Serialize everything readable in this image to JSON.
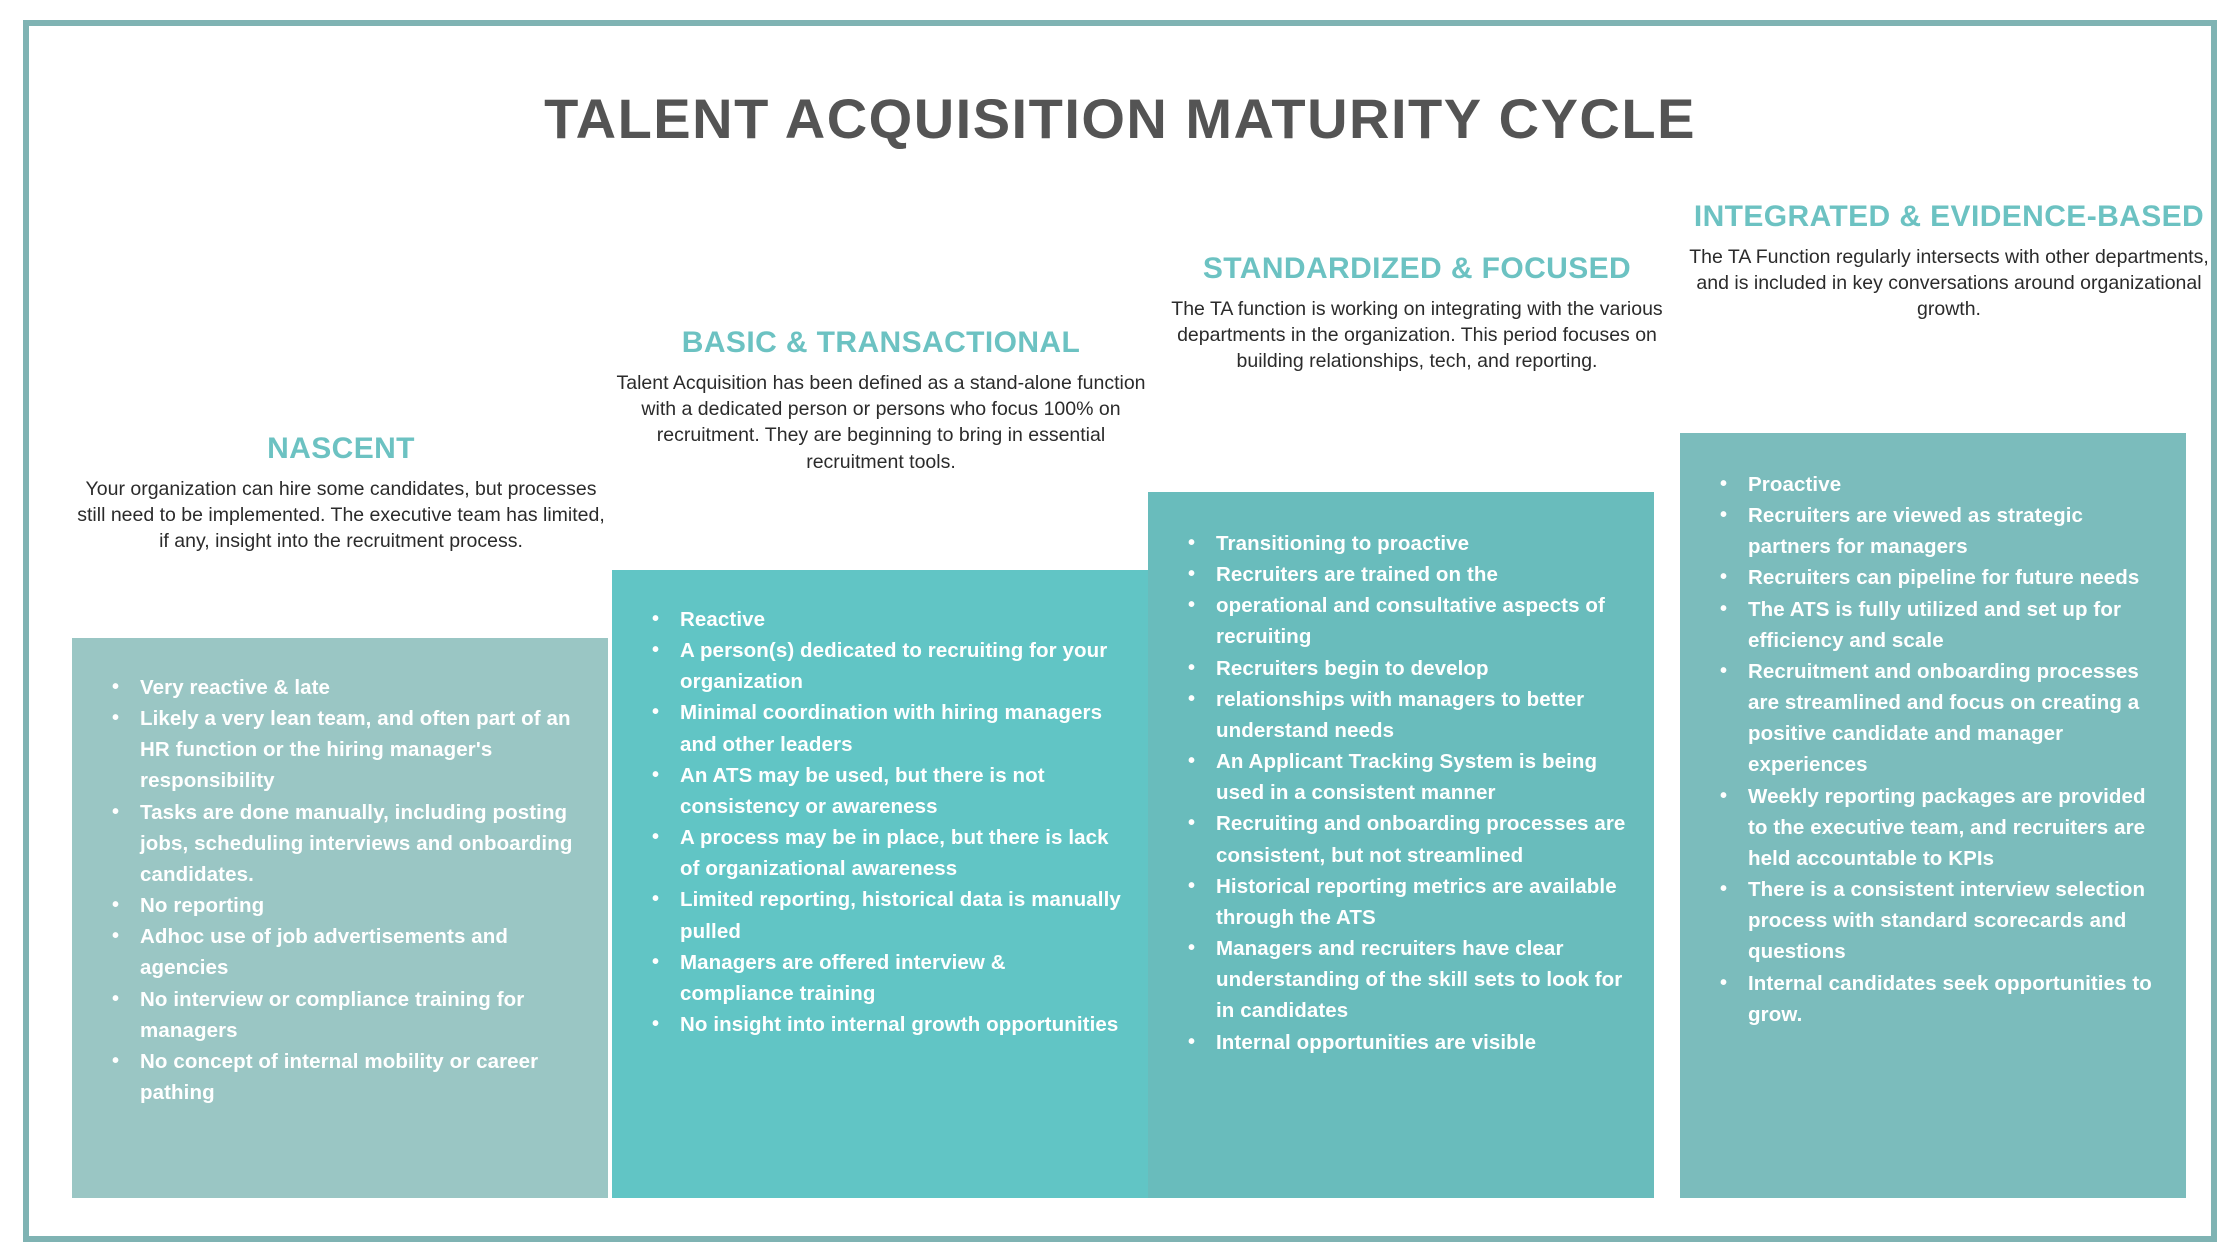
{
  "title": "TALENT ACQUISITION MATURITY CYCLE",
  "colors": {
    "frame_border": "#7fb3b3",
    "title_text": "#545454",
    "heading_teal": "#6cc2c2",
    "body_text": "#2b2b2b",
    "panel_1": "#9ac6c4",
    "panel_2": "#61c5c5",
    "panel_3": "#69bcbc",
    "panel_4": "#7bbcbc"
  },
  "stages": [
    {
      "heading": "NASCENT",
      "description": "Your organization can hire some candidates, but processes still need to be implemented. The executive team has limited, if any, insight into the recruitment process.",
      "bullets": [
        "Very reactive & late",
        "Likely a very lean team, and often part of an HR function or the hiring manager's responsibility",
        "Tasks are done manually, including posting jobs, scheduling interviews and onboarding candidates.",
        "No reporting",
        "Adhoc use of job advertisements and agencies",
        "No interview or compliance training for managers",
        "No concept of internal mobility or career pathing"
      ]
    },
    {
      "heading": "BASIC & TRANSACTIONAL",
      "description": "Talent Acquisition has been defined as a stand-alone function with a dedicated person or persons who focus 100% on recruitment. They are beginning to bring in essential recruitment tools.",
      "bullets": [
        "Reactive",
        "A person(s) dedicated to recruiting for your organization",
        "Minimal coordination with hiring managers and other leaders",
        "An ATS may be used, but there is not consistency or awareness",
        "A process may be in place, but there is lack of organizational awareness",
        "Limited reporting, historical data is manually pulled",
        "Managers are offered interview & compliance training",
        "No insight into internal growth opportunities"
      ]
    },
    {
      "heading": "STANDARDIZED & FOCUSED",
      "description": "The TA function is working on integrating with the various departments in the organization. This period focuses on building relationships, tech, and reporting.",
      "bullets": [
        "Transitioning to proactive",
        "Recruiters are trained on the",
        "operational and consultative aspects of recruiting",
        "Recruiters begin to develop",
        "relationships with managers to better understand needs",
        "An Applicant Tracking System is being used in a consistent manner",
        "Recruiting and onboarding processes are consistent, but not streamlined",
        "Historical reporting metrics are available through the ATS",
        "Managers and recruiters have clear understanding of the skill sets to look for in candidates",
        "Internal opportunities are visible"
      ]
    },
    {
      "heading": "INTEGRATED & EVIDENCE-BASED",
      "description": "The TA Function regularly intersects with other departments, and is included in key conversations around organizational growth.",
      "bullets": [
        "Proactive",
        "Recruiters are viewed as strategic partners for managers",
        "Recruiters can pipeline for future needs",
        "The ATS is fully utilized and set up for efficiency and scale",
        "Recruitment and onboarding processes are streamlined and focus on creating a positive candidate and manager experiences",
        "Weekly reporting packages are provided to the executive team, and recruiters are held accountable to KPIs",
        "There is a consistent interview selection process with standard scorecards and questions",
        "Internal candidates seek opportunities to grow."
      ]
    }
  ]
}
